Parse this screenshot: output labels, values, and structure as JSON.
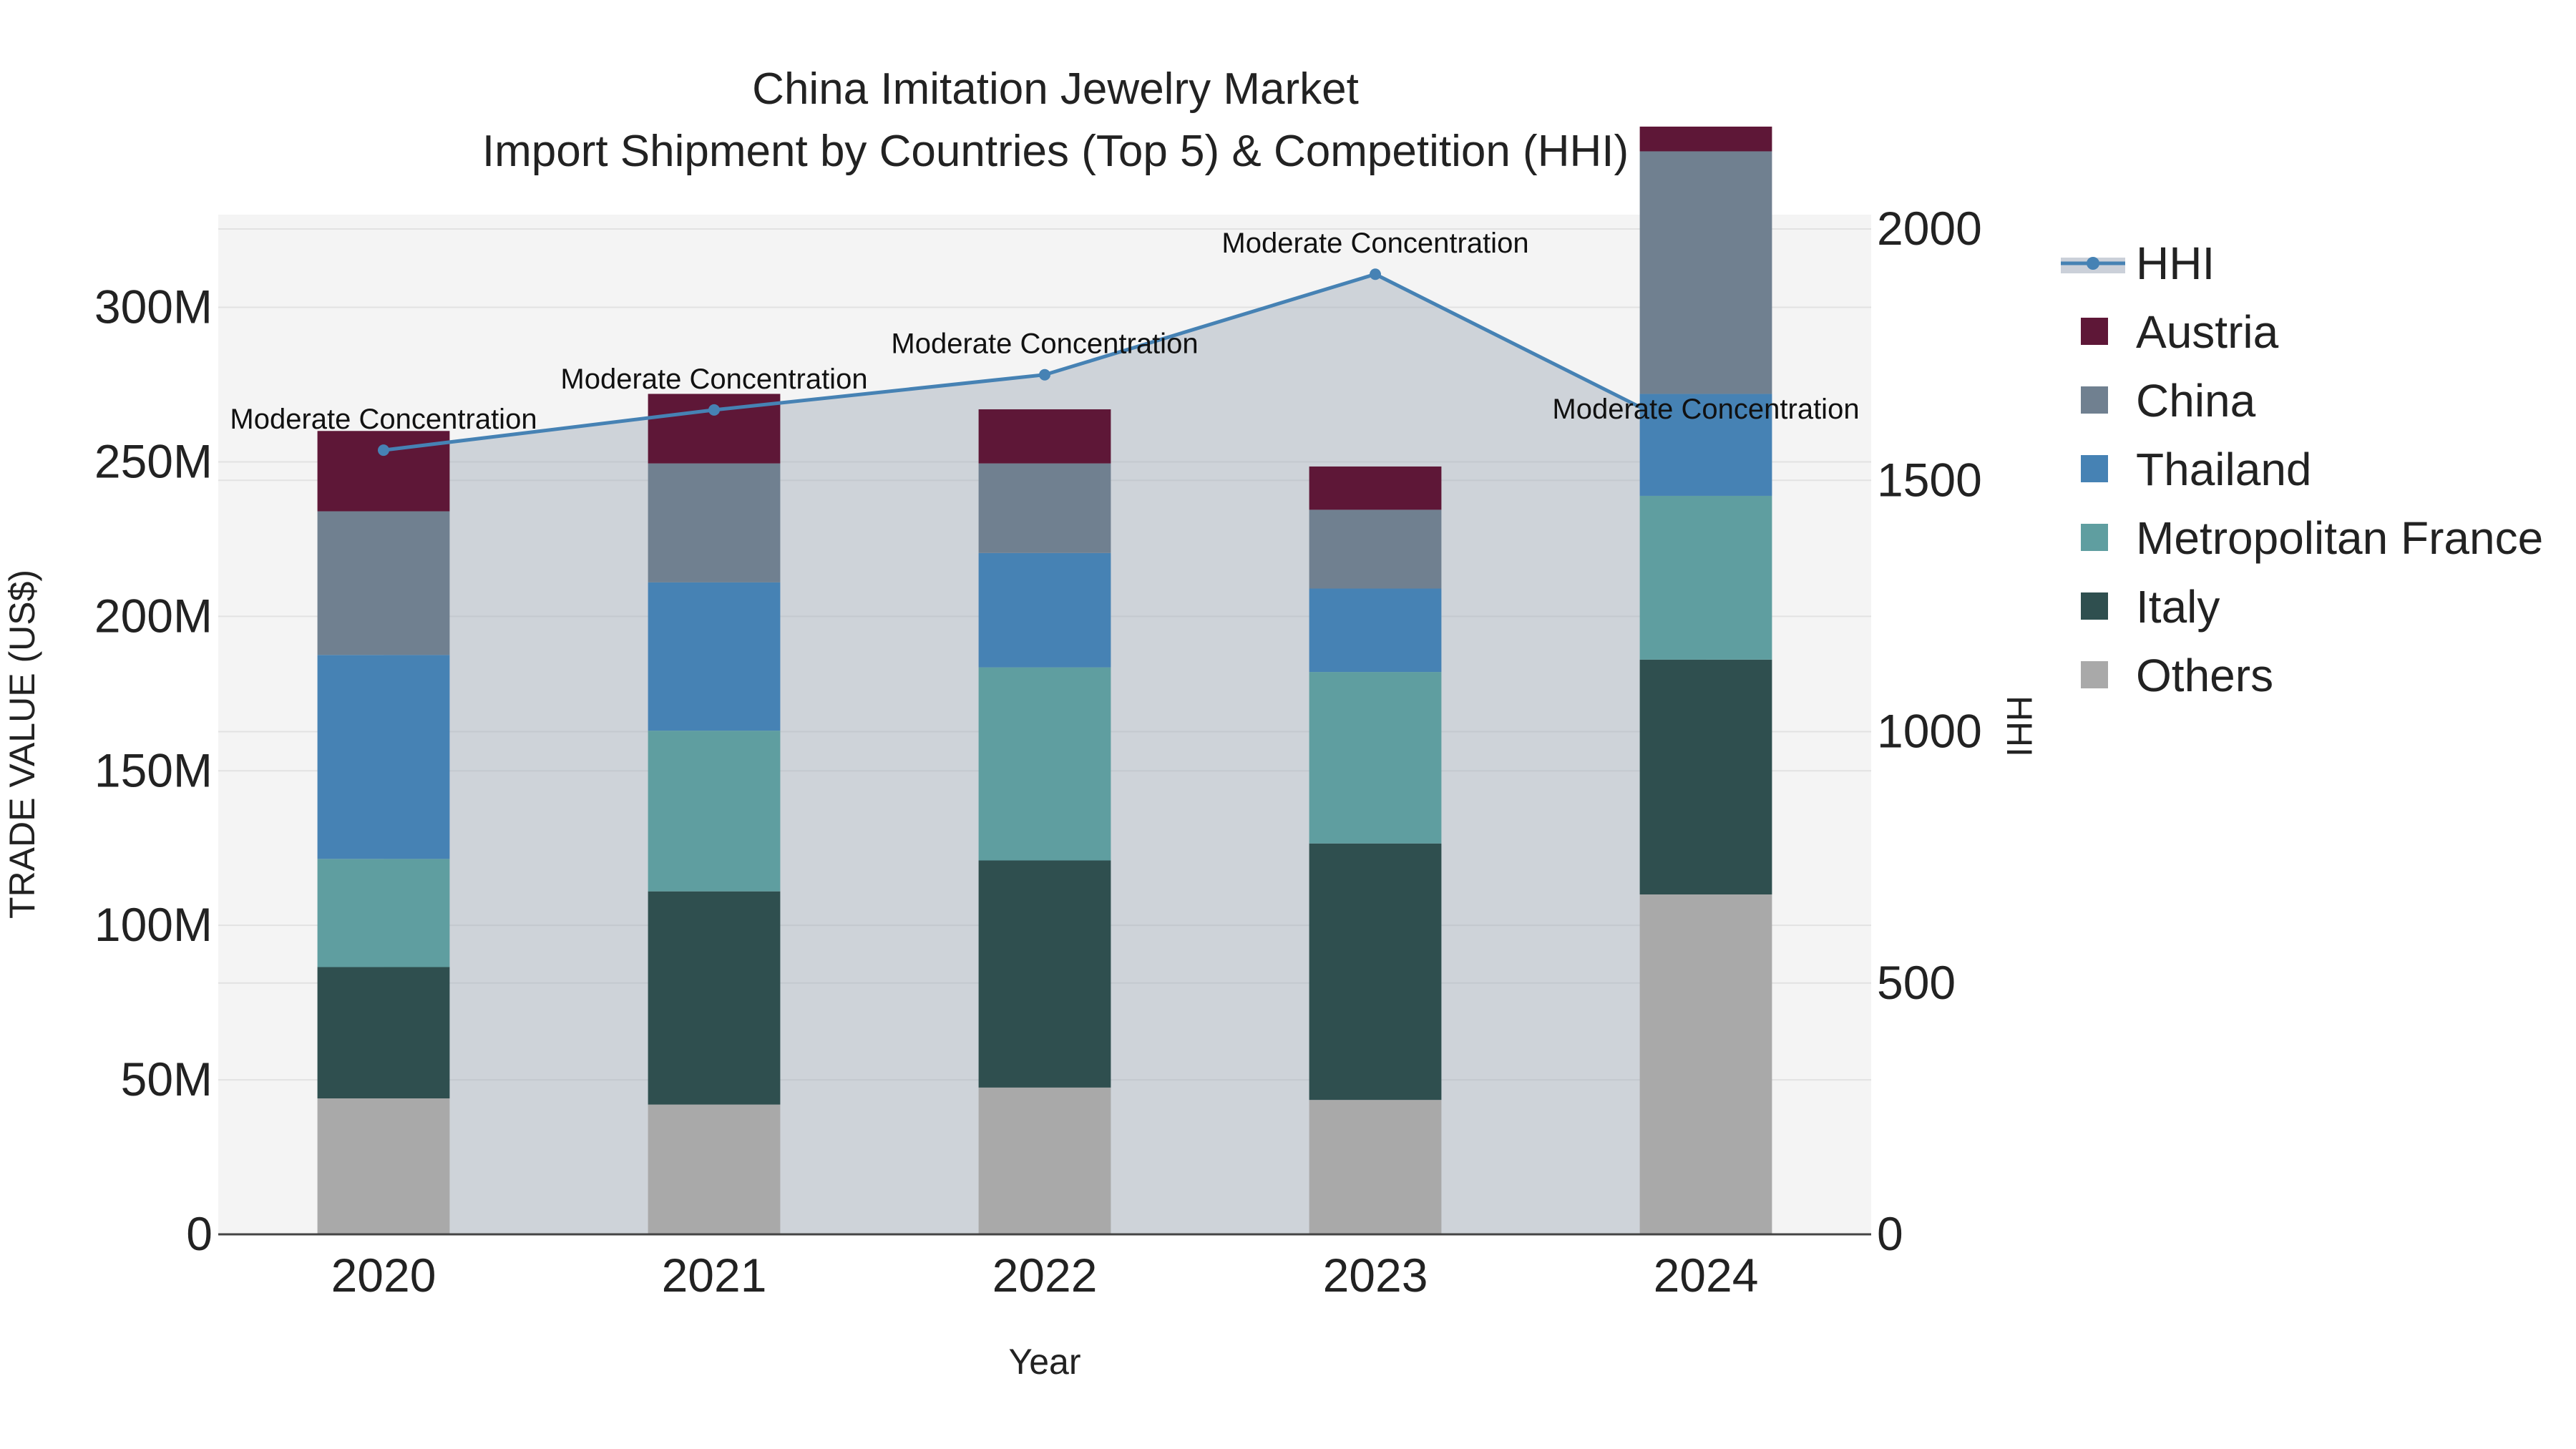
{
  "chart_data": {
    "type": "bar",
    "title": "China Imitation Jewelry Market",
    "subtitle": "Import Shipment by Countries (Top 5) & Competition (HHI)",
    "xlabel": "Year",
    "ylabel": "TRADE VALUE (US$)",
    "y2label": "HHI",
    "categories": [
      "2020",
      "2021",
      "2022",
      "2023",
      "2024"
    ],
    "ylim": [
      0,
      330000000
    ],
    "y2lim": [
      0,
      2000
    ],
    "yticks": [
      {
        "value": 0,
        "label": "0"
      },
      {
        "value": 50000000,
        "label": "50M"
      },
      {
        "value": 100000000,
        "label": "100M"
      },
      {
        "value": 150000000,
        "label": "150M"
      },
      {
        "value": 200000000,
        "label": "200M"
      },
      {
        "value": 250000000,
        "label": "250M"
      },
      {
        "value": 300000000,
        "label": "300M"
      }
    ],
    "y2ticks": [
      {
        "value": 0,
        "label": "0"
      },
      {
        "value": 500,
        "label": "500"
      },
      {
        "value": 1000,
        "label": "1000"
      },
      {
        "value": 1500,
        "label": "1500"
      },
      {
        "value": 2000,
        "label": "2000"
      }
    ],
    "grid": true,
    "legend_position": "right",
    "series": [
      {
        "name": "Others",
        "color": "#a9a9a9",
        "values": [
          44000000,
          42000000,
          47500000,
          43500000,
          110000000
        ]
      },
      {
        "name": "Italy",
        "color": "#2f4f4f",
        "values": [
          42500000,
          69000000,
          73500000,
          83000000,
          76000000
        ]
      },
      {
        "name": "Metropolitan France",
        "color": "#5f9ea0",
        "values": [
          35000000,
          52000000,
          62500000,
          55500000,
          53000000
        ]
      },
      {
        "name": "Thailand",
        "color": "#4682b4",
        "values": [
          66000000,
          48000000,
          37000000,
          27000000,
          33000000
        ]
      },
      {
        "name": "China",
        "color": "#708090",
        "values": [
          46500000,
          38500000,
          29000000,
          25500000,
          78500000
        ]
      },
      {
        "name": "Austria",
        "color": "#5e1737",
        "values": [
          26000000,
          22500000,
          17500000,
          14000000,
          8000000
        ]
      }
    ],
    "hhi": {
      "name": "HHI",
      "color": "#4682b4",
      "values": [
        1560,
        1640,
        1710,
        1910,
        1580
      ],
      "labels": [
        "Moderate Concentration",
        "Moderate Concentration",
        "Moderate Concentration",
        "Moderate Concentration",
        "Moderate Concentration"
      ]
    },
    "legend_order": [
      "HHI",
      "Austria",
      "China",
      "Thailand",
      "Metropolitan France",
      "Italy",
      "Others"
    ]
  }
}
